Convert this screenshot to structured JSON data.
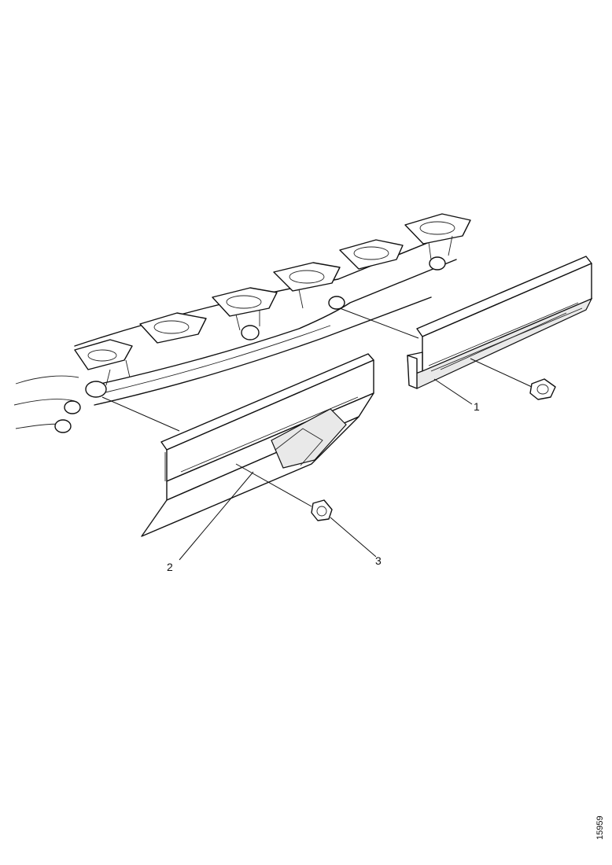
{
  "callouts": [
    {
      "label": "1",
      "part": "heat-shield-rear"
    },
    {
      "label": "2",
      "part": "heat-shield-front"
    },
    {
      "label": "3",
      "part": "bolt"
    }
  ],
  "figure_id": "15959"
}
